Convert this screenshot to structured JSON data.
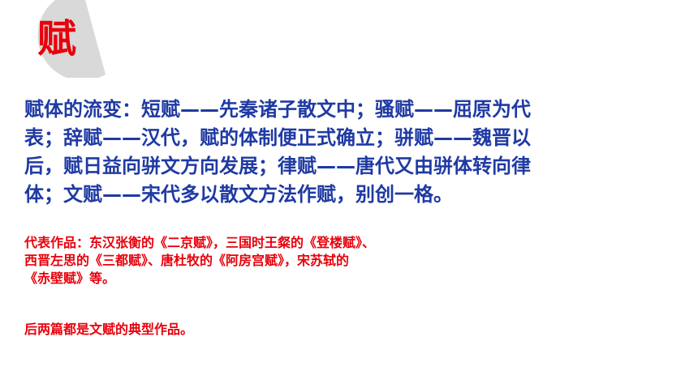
{
  "slide": {
    "title": "赋",
    "main_lines": [
      "赋体的流变：短赋——先秦诸子散文中；骚赋——屈原为代",
      "表；辞赋——汉代，赋的体制便正式确立；骈赋——魏晋以",
      "后，赋日益向骈文方向发展；律赋——唐代又由骈体转向律",
      "体；文赋——宋代多以散文方法作赋，别创一格。"
    ],
    "works_lines": [
      "代表作品：东汉张衡的《二京赋》，三国时王粲的《登楼赋》、",
      "西晋左思的《三都赋》、唐杜牧的《阿房宫赋》，宋苏轼的",
      "《赤壁赋》等。"
    ],
    "note": "后两篇都是文赋的典型作品。"
  },
  "colors": {
    "title_red": "#e8000b",
    "body_blue": "#1f3aa3",
    "badge_gray": "#d9d9d9"
  }
}
